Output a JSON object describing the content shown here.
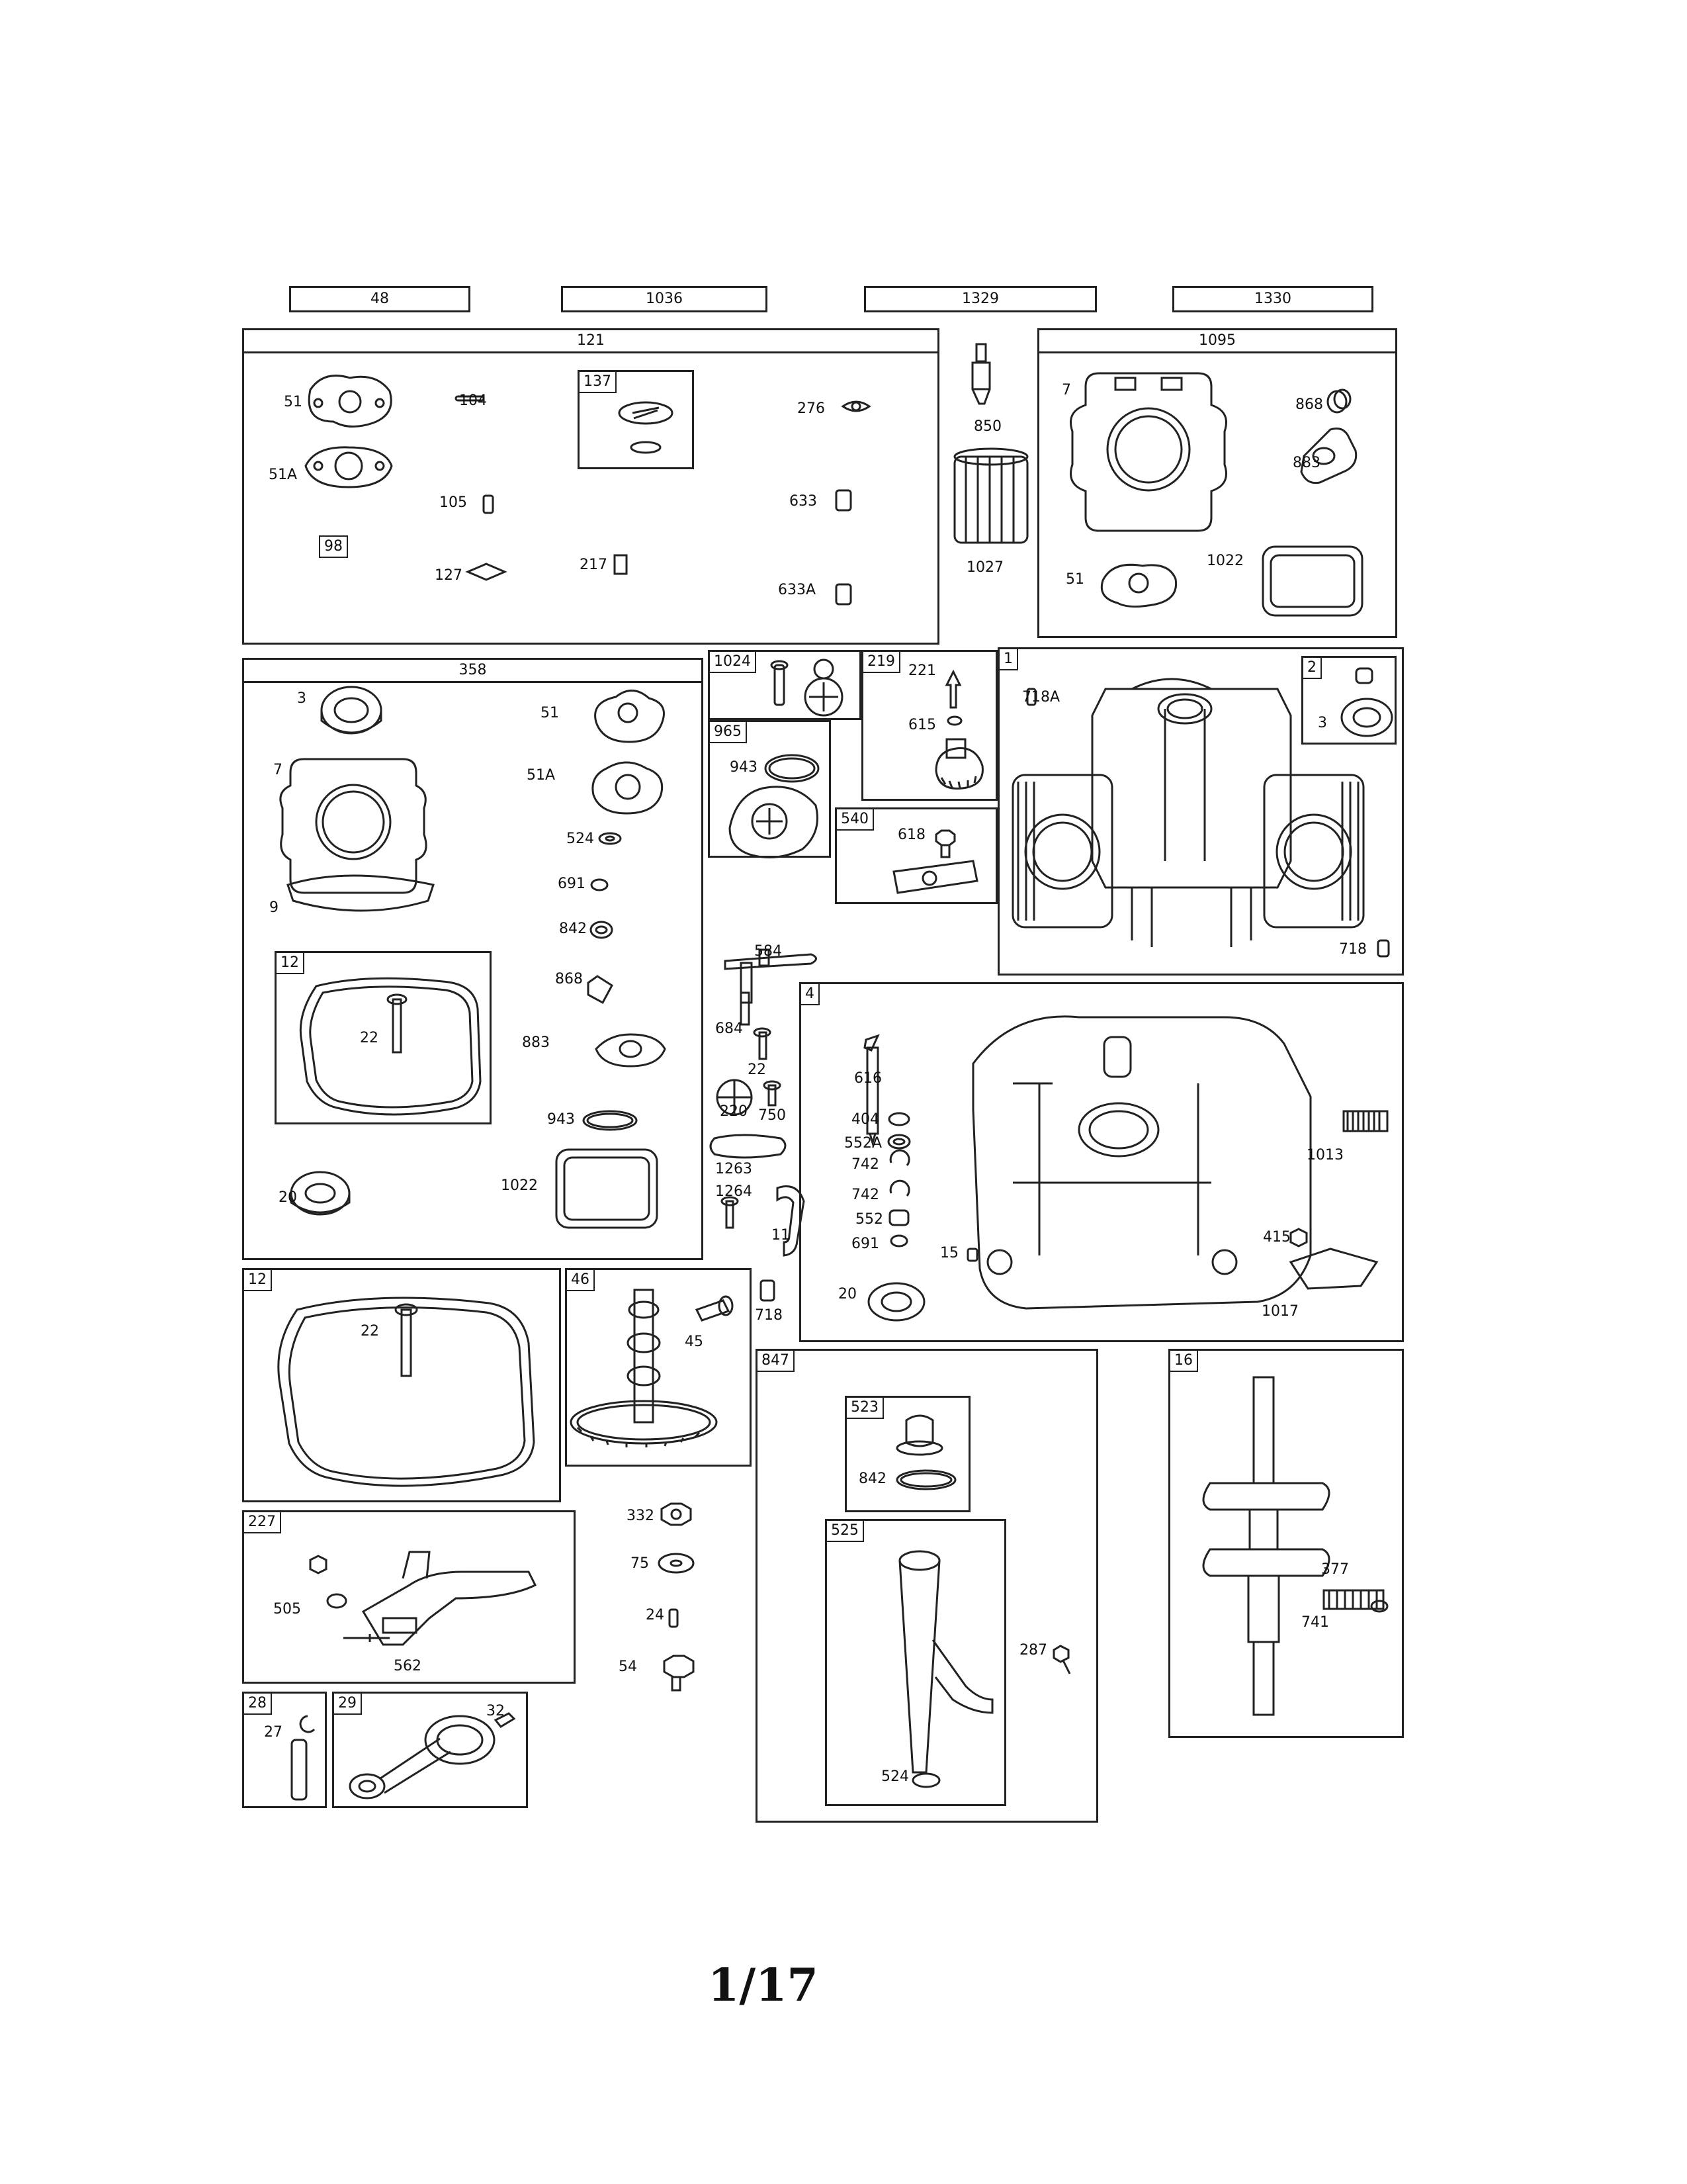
{
  "kit_labels": [
    "48",
    "1036",
    "1329",
    "1330"
  ],
  "boxes": {
    "b121": {
      "title": "121",
      "labels": [
        "51",
        "104",
        "51A",
        "105",
        "98",
        "127",
        "217",
        "276",
        "633",
        "633A"
      ],
      "subbox": "137"
    },
    "b1095": {
      "title": "1095",
      "labels": [
        "7",
        "868",
        "883",
        "51",
        "1022"
      ]
    },
    "b358": {
      "title": "358",
      "labels": [
        "3",
        "51",
        "7",
        "51A",
        "524",
        "9",
        "691",
        "842",
        "868",
        "22",
        "883",
        "943",
        "20",
        "1022"
      ],
      "subbox": "12"
    },
    "b1024": {
      "number": "1024"
    },
    "b965": {
      "number": "965",
      "labels": [
        "943"
      ]
    },
    "b219": {
      "number": "219",
      "labels": [
        "221",
        "615"
      ]
    },
    "b540": {
      "number": "540",
      "labels": [
        "618"
      ]
    },
    "b1": {
      "number": "1",
      "labels": [
        "718A",
        "718"
      ]
    },
    "b2": {
      "number": "2",
      "labels": [
        "3"
      ]
    },
    "b4": {
      "number": "4",
      "labels": [
        "616",
        "404",
        "552A",
        "742",
        "742",
        "552",
        "691",
        "15",
        "20",
        "1013",
        "415",
        "1017"
      ]
    },
    "b12": {
      "number": "12",
      "labels": [
        "22"
      ]
    },
    "b46": {
      "number": "46",
      "labels": [
        "45"
      ]
    },
    "b847": {
      "number": "847",
      "sub523": "523",
      "sub525": "525",
      "labels": [
        "842",
        "287",
        "524"
      ]
    },
    "b16": {
      "number": "16",
      "labels": [
        "377",
        "741"
      ]
    },
    "b227": {
      "number": "227",
      "labels": [
        "505",
        "562"
      ]
    },
    "b28": {
      "number": "28",
      "labels": [
        "27"
      ]
    },
    "b29": {
      "number": "29",
      "labels": [
        "32"
      ]
    }
  },
  "free_labels": {
    "p850": "850",
    "p1027": "1027",
    "p584": "584",
    "p684": "684",
    "p22": "22",
    "p220": "220",
    "p750": "750",
    "p1263": "1263",
    "p1264": "1264",
    "p11": "11",
    "p718": "718",
    "p332": "332",
    "p75": "75",
    "p24": "24",
    "p54": "54"
  },
  "page_number": "1/17"
}
